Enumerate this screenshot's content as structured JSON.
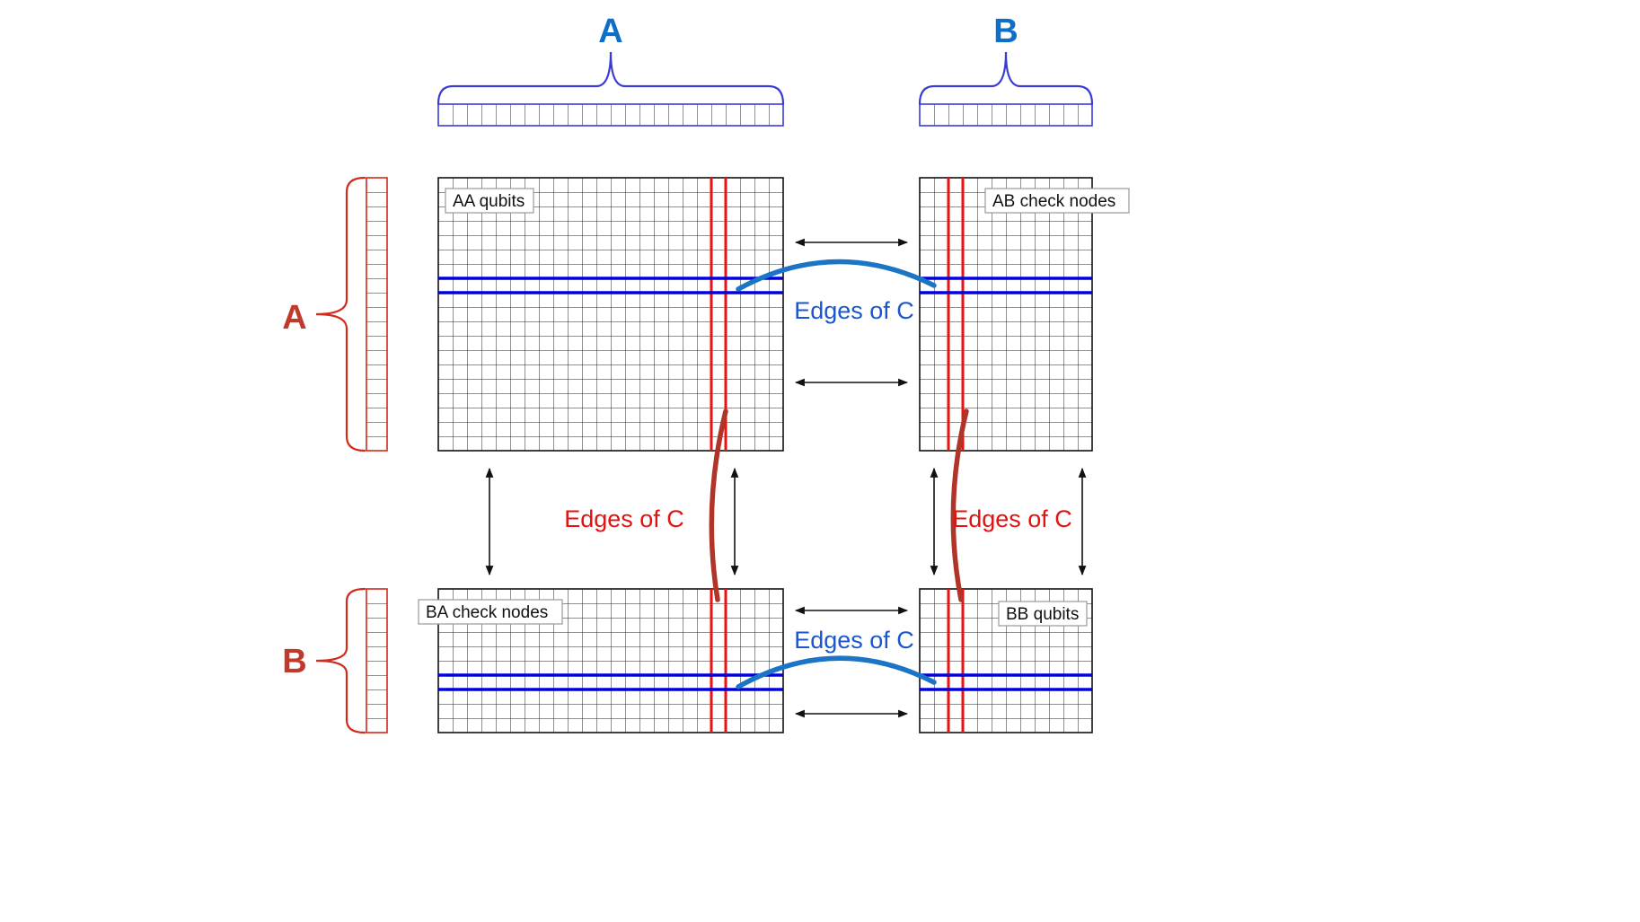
{
  "colors": {
    "blue_label": "#0d6fc8",
    "blue_brace": "#3b3bd6",
    "blue_line": "#0000dd",
    "blue_curve": "#1b74c5",
    "blue_text": "#1a56cc",
    "red_label": "#c0392b",
    "red_brace": "#d42a1c",
    "red_line": "#ee1111",
    "red_curve": "#b03528",
    "red_text": "#e31210",
    "grid_line": "#222222",
    "box_border": "#999999",
    "arrow": "#111111"
  },
  "braces": {
    "top_a": "A",
    "top_b": "B",
    "side_a": "A",
    "side_b": "B"
  },
  "blocks": {
    "aa": {
      "label": "AA qubits"
    },
    "ab": {
      "label": "AB check nodes"
    },
    "ba": {
      "label": "BA check nodes"
    },
    "bb": {
      "label": "BB qubits"
    }
  },
  "edge_labels": {
    "top": "Edges of C",
    "bottom": "Edges of C",
    "left": "Edges of C",
    "right": "Edges of C"
  }
}
